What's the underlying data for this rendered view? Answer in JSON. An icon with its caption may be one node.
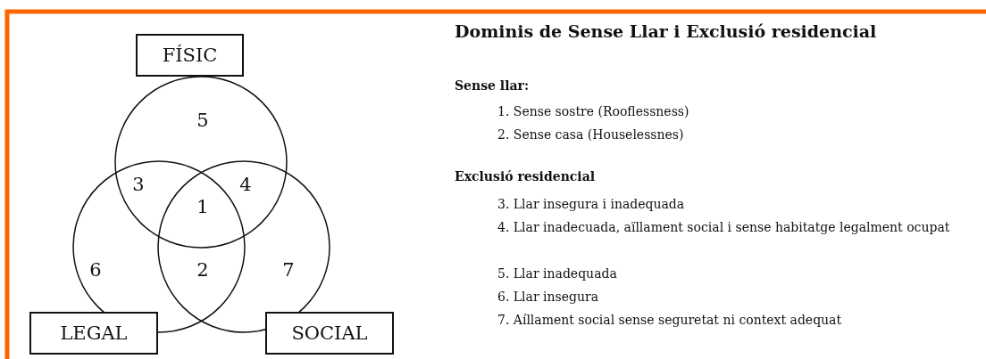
{
  "diagram": {
    "title": "Dominis de Sense Llar i Exclusió residencial",
    "nodes": [
      {
        "text": [
          "FÍSIC"
        ]
      },
      {
        "text": [
          "LEGAL"
        ]
      },
      {
        "text": [
          "SOCIAL"
        ]
      }
    ],
    "labels": [
      "5",
      "3",
      "4",
      "1",
      "6",
      "2",
      "7",
      "Sense llar:",
      "1. Sense sostre (Rooflessness)",
      "2. Sense casa (Houselessnes)",
      "Exclusió residencial",
      "3. Llar insegura i inadequada",
      "4. Llar inadecuada, aïllament social i sense habitatge legalment ocupat",
      "5. Llar inadequada",
      "6. Llar insegura",
      "7. Aíllament social sense seguretat ni context adequat"
    ]
  }
}
